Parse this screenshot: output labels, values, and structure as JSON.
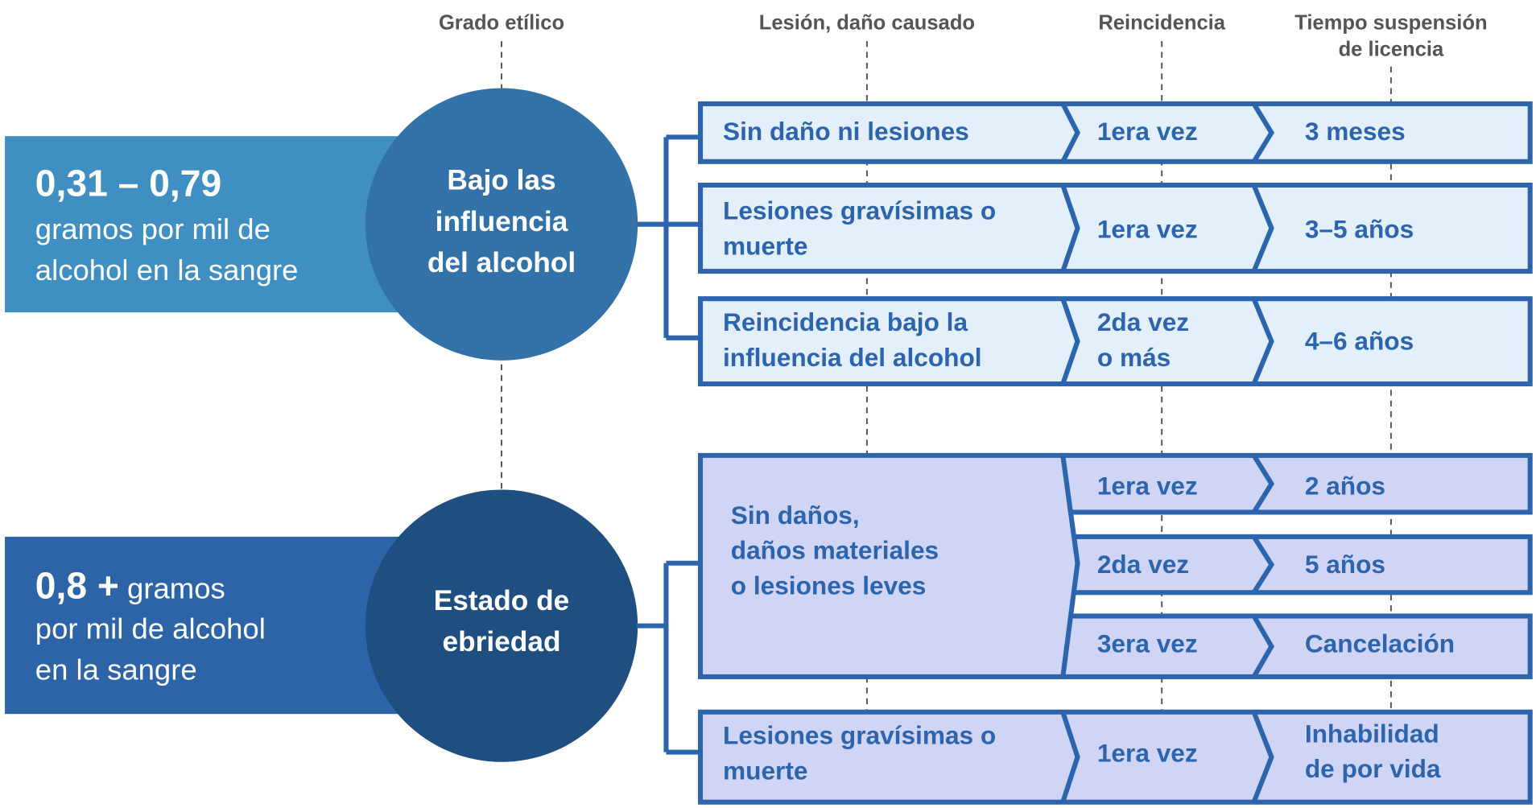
{
  "headers": {
    "grado": "Grado etílico",
    "lesion": "Lesión, daño causado",
    "reincidencia": "Reincidencia",
    "tiempo_line1": "Tiempo suspensión",
    "tiempo_line2": "de licencia"
  },
  "colors": {
    "box1": "#3f8fc2",
    "circle1": "#3272a8",
    "box2": "#2d64a8",
    "circle2": "#1f4e80",
    "stroke": "#2d64ae",
    "fill_top": "#e3f0fb",
    "fill_bottom": "#d0d5f5"
  },
  "group1": {
    "range": "0,31 – 0,79",
    "desc_line1": "gramos por mil de",
    "desc_line2": "alcohol en la sangre",
    "circle_line1": "Bajo las",
    "circle_line2": "influencia",
    "circle_line3": "del alcohol",
    "rows": [
      {
        "lesion": [
          "Sin daño ni lesiones"
        ],
        "reincidencia": [
          "1era vez"
        ],
        "tiempo": [
          "3 meses"
        ]
      },
      {
        "lesion": [
          "Lesiones gravísimas o",
          "muerte"
        ],
        "reincidencia": [
          "1era vez"
        ],
        "tiempo": [
          "3–5 años"
        ]
      },
      {
        "lesion": [
          "Reincidencia bajo la",
          "influencia del alcohol"
        ],
        "reincidencia": [
          "2da vez",
          "o más"
        ],
        "tiempo": [
          "4–6 años"
        ]
      }
    ]
  },
  "group2": {
    "range": "0,8 +",
    "desc_line0": " gramos",
    "desc_line1": "por mil de alcohol",
    "desc_line2": "en la sangre",
    "circle_line1": "Estado de",
    "circle_line2": "ebriedad",
    "lesion_grouped": [
      "Sin daños,",
      "daños materiales",
      "o lesiones leves"
    ],
    "subrows": [
      {
        "reincidencia": "1era vez",
        "tiempo": "2 años"
      },
      {
        "reincidencia": "2da vez",
        "tiempo": "5 años"
      },
      {
        "reincidencia": "3era vez",
        "tiempo": "Cancelación"
      }
    ],
    "last_row": {
      "lesion": [
        "Lesiones gravísimas o",
        "muerte"
      ],
      "reincidencia": [
        "1era vez"
      ],
      "tiempo": [
        "Inhabilidad",
        "de por vida"
      ]
    }
  }
}
